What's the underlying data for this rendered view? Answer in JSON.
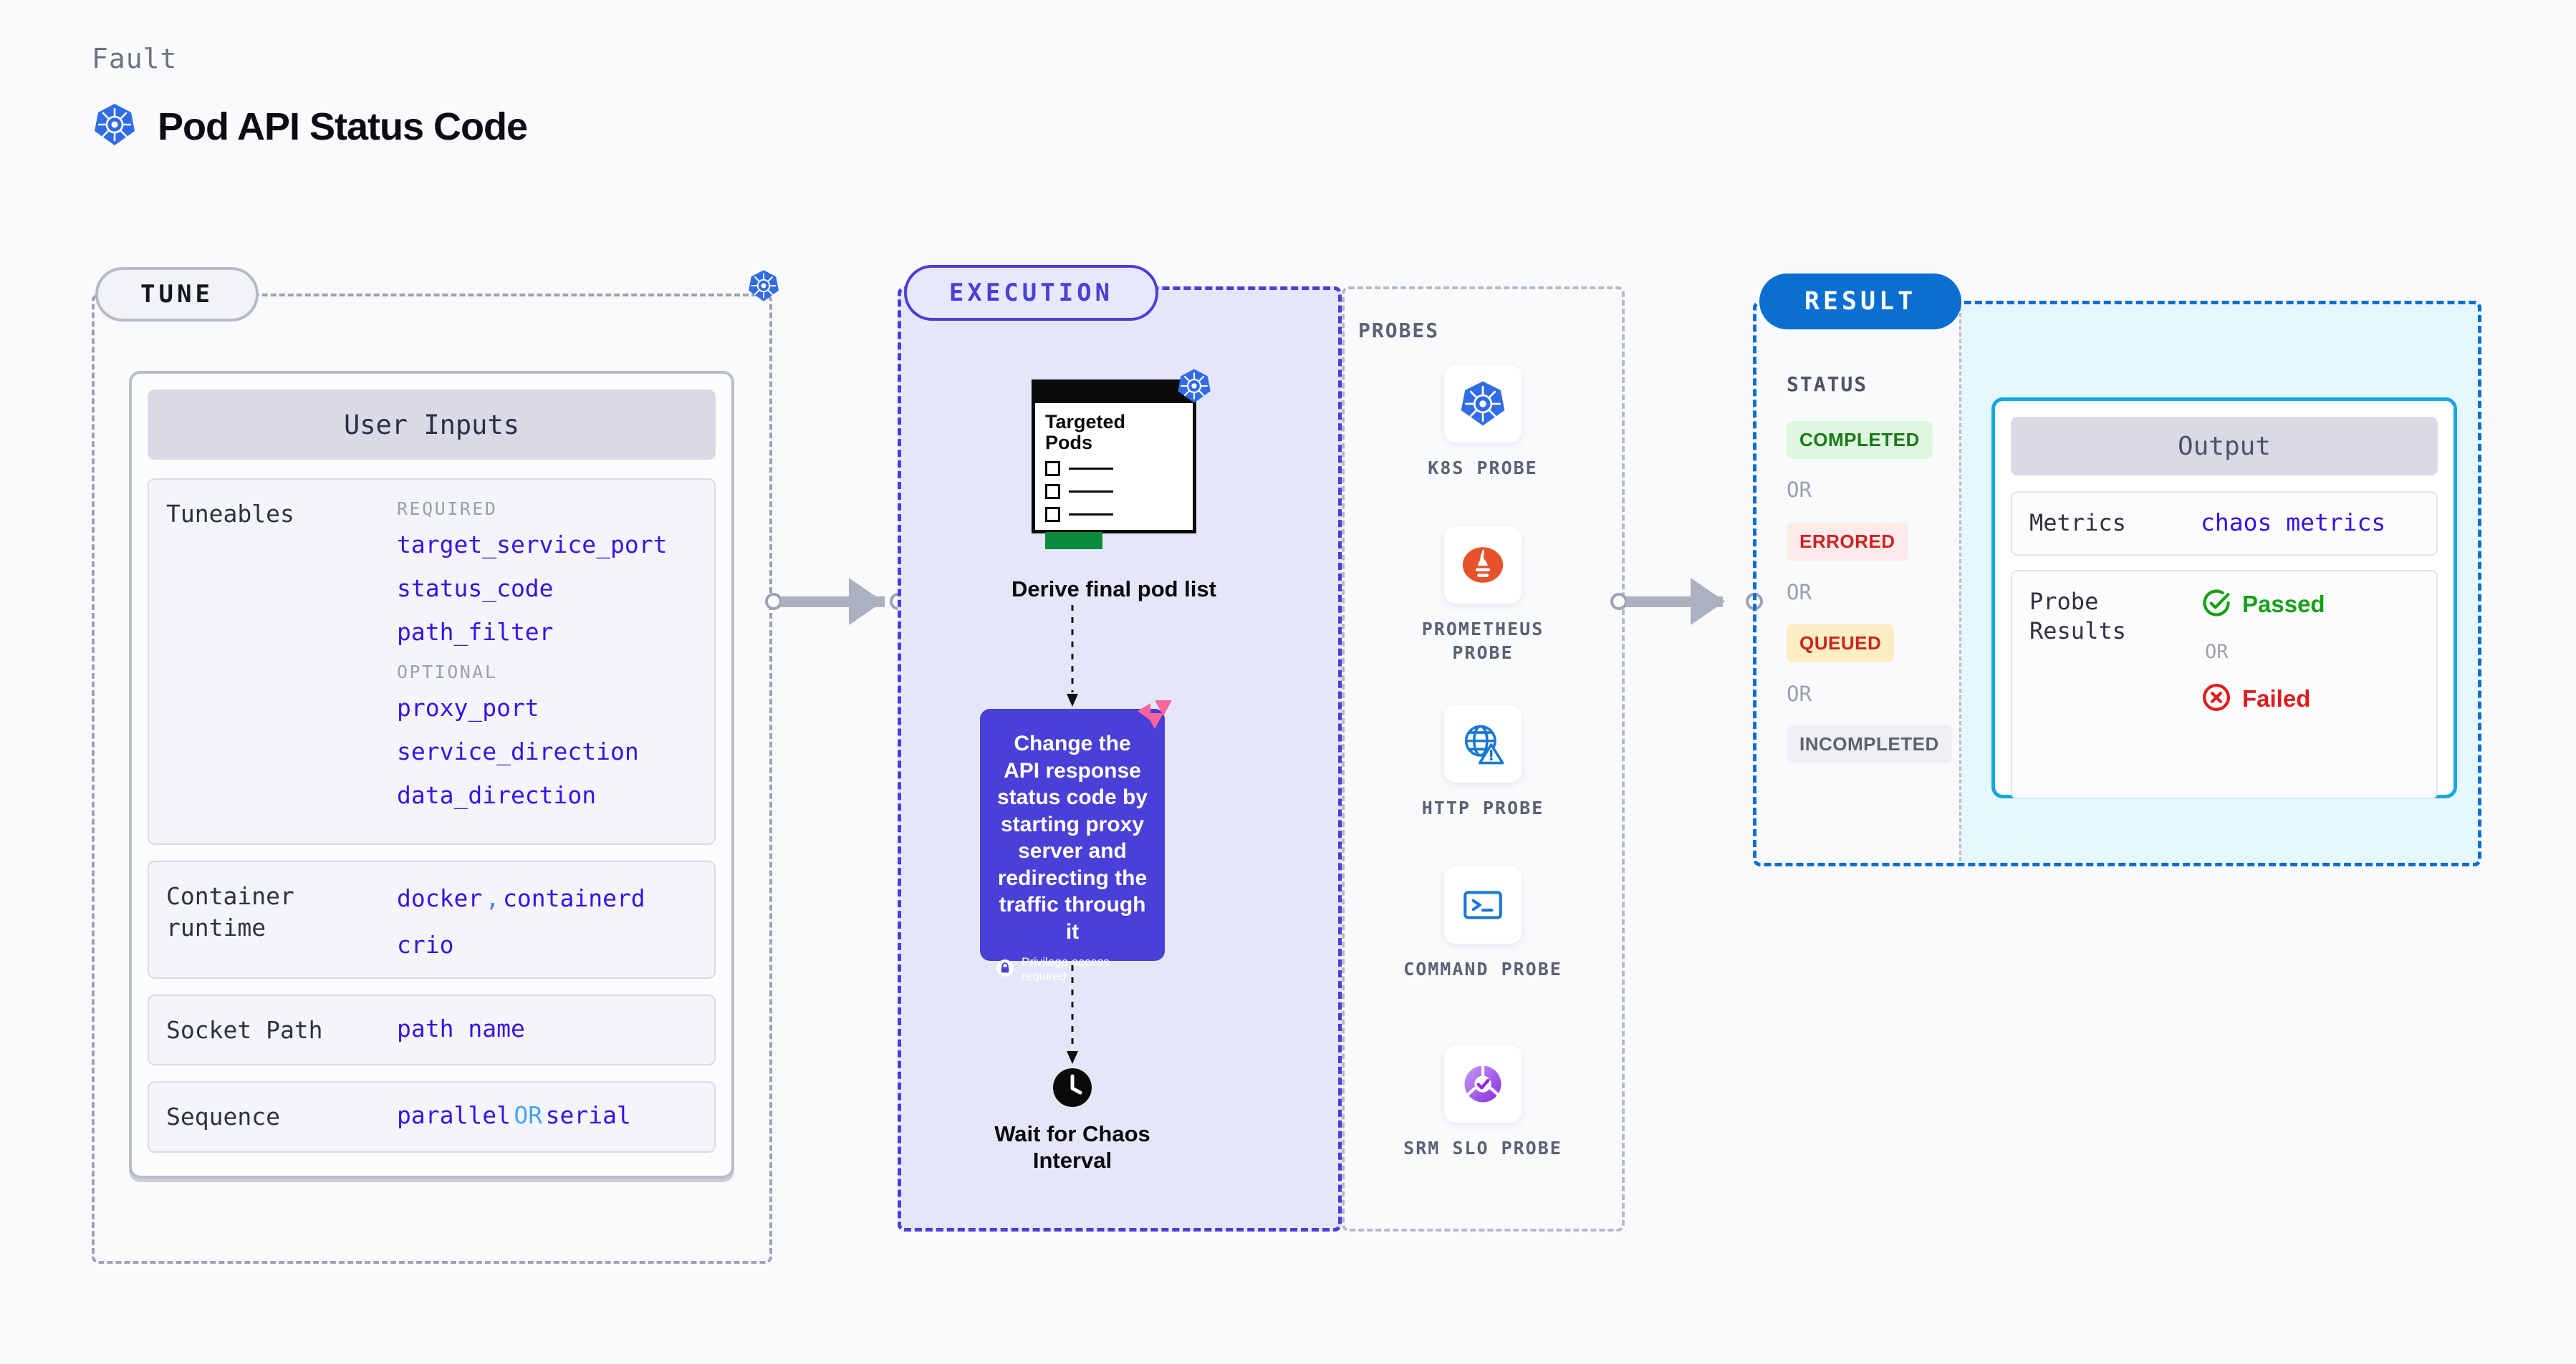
{
  "header": {
    "eyebrow": "Fault",
    "title": "Pod API Status Code",
    "icon": "kubernetes-icon"
  },
  "stages": {
    "tune": {
      "badge": "TUNE",
      "border_color": "#9ca3b0",
      "border_badge_icon": "kubernetes-icon"
    },
    "execution": {
      "badge": "EXECUTION",
      "border_color": "#4a3fd6",
      "fill": "#e6e6fb"
    },
    "probes": {
      "label": "PROBES"
    },
    "result": {
      "badge": "RESULT",
      "border_color": "#0a6fd1",
      "badge_fill": "#0a6fd1"
    }
  },
  "tune": {
    "card_header": "User Inputs",
    "rows": [
      {
        "label": "Tuneables",
        "groups": [
          {
            "title": "REQUIRED",
            "items": [
              "target_service_port",
              "status_code",
              "path_filter"
            ]
          },
          {
            "title": "OPTIONAL",
            "items": [
              "proxy_port",
              "service_direction",
              "data_direction"
            ]
          }
        ]
      },
      {
        "label": "Container runtime",
        "values_line1": [
          "docker",
          "containerd"
        ],
        "values_line2": [
          "crio"
        ],
        "separator": ","
      },
      {
        "label": "Socket Path",
        "values_line1": [
          "path name"
        ]
      },
      {
        "label": "Sequence",
        "values_line1": [
          "parallel",
          "serial"
        ],
        "or_word": "OR"
      }
    ]
  },
  "execution": {
    "pods_card": {
      "title_line1": "Targeted",
      "title_line2": "Pods",
      "badge_icon": "kubernetes-icon",
      "rows": 3
    },
    "derive_label": "Derive final pod list",
    "action_card": {
      "text": "Change the API response status code by starting proxy server and redirecting the traffic through it",
      "privilege_note": "Privilege access required",
      "privilege_icon": "lock-icon",
      "corner_icon": "chaos-ribbon-icon",
      "color": "#4a3fd6"
    },
    "wait_step": {
      "icon": "clock-icon",
      "label_line1": "Wait for Chaos",
      "label_line2": "Interval"
    }
  },
  "probes": [
    {
      "name": "K8S PROBE",
      "icon": "kubernetes-icon"
    },
    {
      "name": "PROMETHEUS PROBE",
      "icon": "prometheus-icon"
    },
    {
      "name": "HTTP PROBE",
      "icon": "http-globe-warning-icon"
    },
    {
      "name": "COMMAND PROBE",
      "icon": "terminal-icon"
    },
    {
      "name": "SRM SLO PROBE",
      "icon": "srm-slo-icon"
    }
  ],
  "result": {
    "status_label": "STATUS",
    "or_word": "OR",
    "statuses": [
      {
        "label": "COMPLETED",
        "text_color": "#1a7a1a",
        "bg_color": "#dff5df"
      },
      {
        "label": "ERRORED",
        "text_color": "#cc2222",
        "bg_color": "#fdeaea"
      },
      {
        "label": "QUEUED",
        "text_color": "#cc2222",
        "bg_color": "#fbeec2"
      },
      {
        "label": "INCOMPLETED",
        "text_color": "#5b6272",
        "bg_color": "#eef0f5"
      }
    ],
    "output": {
      "header": "Output",
      "rows": [
        {
          "label": "Metrics",
          "value": "chaos metrics"
        },
        {
          "label": "Probe Results",
          "pass": {
            "text": "Passed",
            "icon": "check-circle-icon",
            "color": "#13a113"
          },
          "or_word": "OR",
          "fail": {
            "text": "Failed",
            "icon": "x-circle-icon",
            "color": "#e01b1b"
          }
        }
      ]
    }
  }
}
